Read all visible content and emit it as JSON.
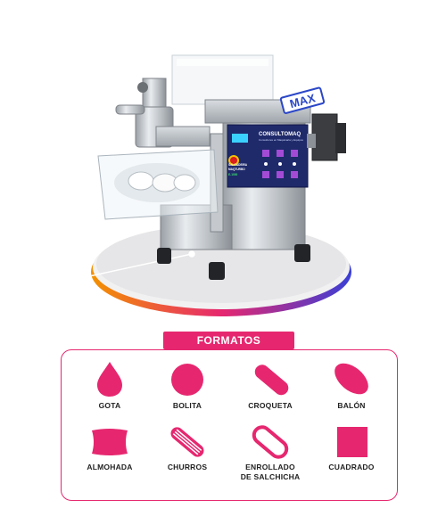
{
  "brand": {
    "name": "CONSULTOMAQ",
    "tagline": "Consultores en Maquinaria y Equipos",
    "badge": "MAX",
    "model_line1": "SALGADEIRA",
    "model_line2": "MAQTURBO",
    "model_line3": "E-1000"
  },
  "formats": {
    "title": "FORMATOS",
    "items": [
      {
        "label": "GOTA",
        "icon": "drop-shape-icon"
      },
      {
        "label": "BOLITA",
        "icon": "ball-shape-icon"
      },
      {
        "label": "CROQUETA",
        "icon": "croquette-shape-icon"
      },
      {
        "label": "BALÓN",
        "icon": "ball-football-shape-icon"
      },
      {
        "label": "ALMOHADA",
        "icon": "pillow-shape-icon"
      },
      {
        "label": "CHURROS",
        "icon": "churros-shape-icon"
      },
      {
        "label": "ENROLLADO\nDE SALCHICHA",
        "icon": "sausage-roll-shape-icon"
      },
      {
        "label": "CUADRADO",
        "icon": "square-shape-icon"
      }
    ]
  },
  "colors": {
    "accent": "#e6276f",
    "ring_orange": "#f39200",
    "ring_blue": "#3a3fd6"
  }
}
